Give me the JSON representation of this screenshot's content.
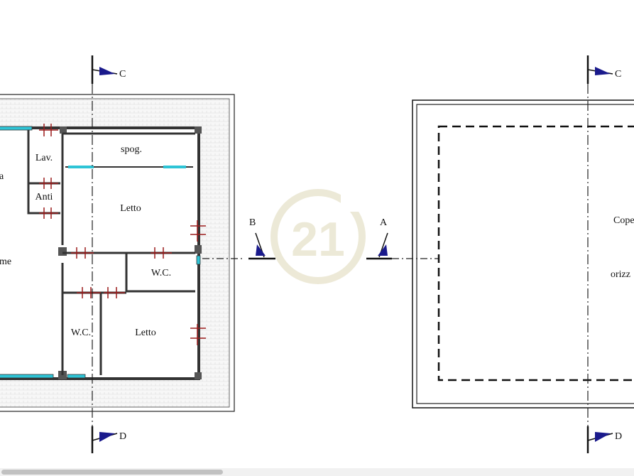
{
  "plan_labels": {
    "room_spog": "spog.",
    "room_lav": "Lav.",
    "room_anti": "Anti",
    "room_letto_1": "Letto",
    "room_wc_1": "W.C.",
    "room_wc_2": "W.C.",
    "room_letto_2": "Letto",
    "room_left_partial_1": "a",
    "room_left_partial_2": "me"
  },
  "roof_labels": {
    "line_1": "Cope",
    "line_2": "orizz"
  },
  "section_marks": {
    "c_left": "C",
    "d_left": "D",
    "c_right": "C",
    "d_right": "D",
    "b": "B",
    "a": "A"
  },
  "watermark": {
    "text": "21",
    "color": "#e8e4cf"
  },
  "colors": {
    "wall": "#333333",
    "window": "#2ec4d6",
    "door_mark": "#9b1c1c",
    "section_arrow": "#1a1a8c",
    "outline": "#222222"
  }
}
